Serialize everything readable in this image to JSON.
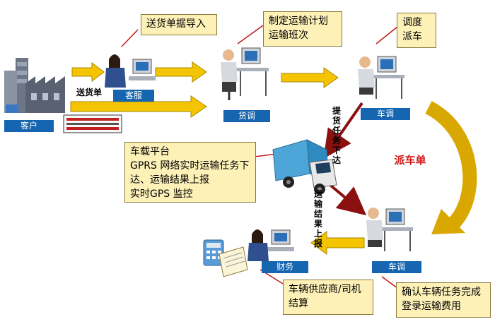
{
  "notes": {
    "import": "送货单据导入",
    "plan": [
      "制定运输计划",
      "运输班次"
    ],
    "dispatch": [
      "调度",
      "派车"
    ],
    "truck": [
      "车载平台",
      "GPRS 网络实时运输任务下",
      "达、运输结果上报",
      "实时GPS 监控"
    ],
    "settle": [
      "车辆供应商/司机",
      "结算"
    ],
    "confirm": [
      "确认车辆任务完成",
      "登录运输费用"
    ]
  },
  "tags": {
    "customer": "客户",
    "service": "客服",
    "cargo_dispatch": "货调",
    "vehicle_dispatch_top": "车调",
    "vehicle_dispatch_bottom": "车调",
    "finance": "财务"
  },
  "labels": {
    "delivery_note": "送货单",
    "pickup_task": "提货任务下达",
    "transport_result": "运输结果上报",
    "dispatch_order": "派车单"
  },
  "colors": {
    "note_bg": "#fdf1b8",
    "tag_bg": "#1565b0",
    "arrow_yellow": "#f5c400",
    "arrow_dark_red": "#8b1010",
    "leader_red": "#c01818",
    "curve_gold": "#d9a800"
  }
}
